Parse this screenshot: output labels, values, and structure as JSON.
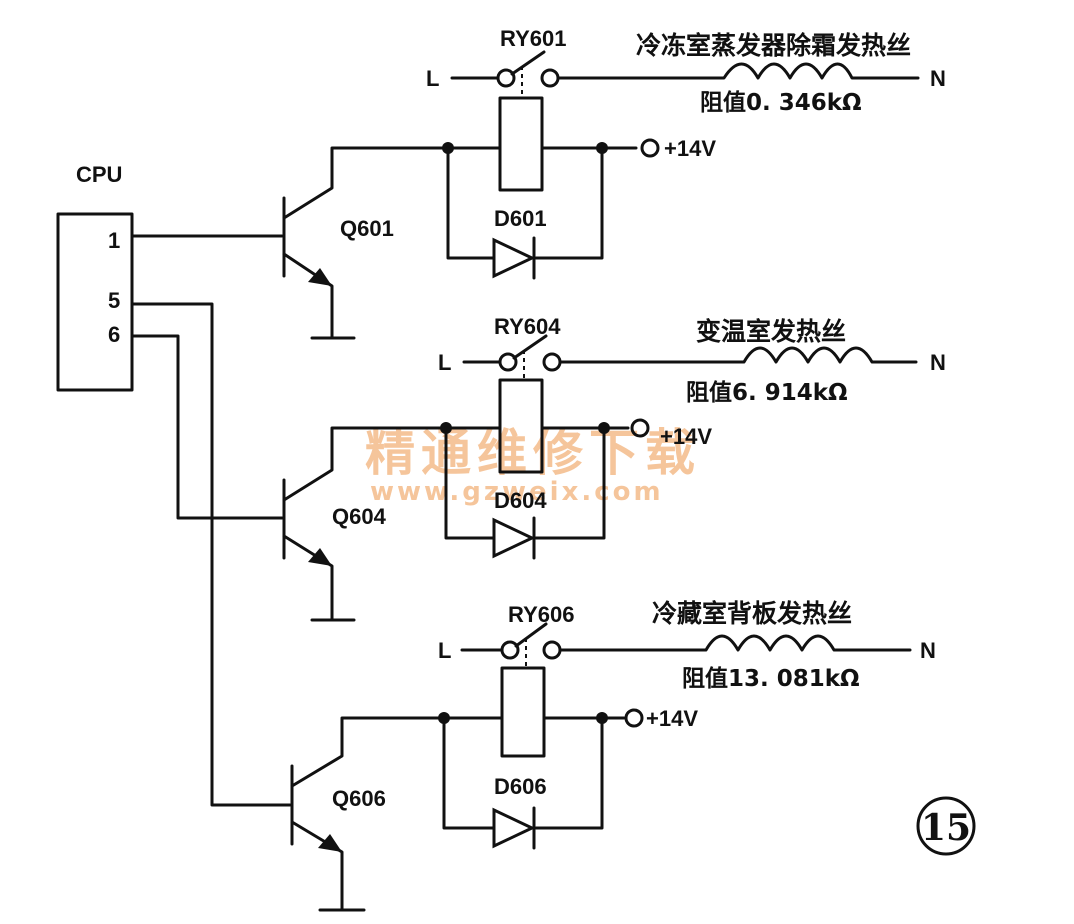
{
  "cpu": {
    "label": "CPU",
    "pins": [
      "1",
      "5",
      "6"
    ]
  },
  "stages": [
    {
      "relay": "RY601",
      "transistor": "Q601",
      "diode": "D601",
      "heater": "冷冻室蒸发器除霜发热丝",
      "resistance": "阻值0. 346kΩ",
      "supply": "+14V",
      "line": "L",
      "neutral": "N"
    },
    {
      "relay": "RY604",
      "transistor": "Q604",
      "diode": "D604",
      "heater": "变温室发热丝",
      "resistance": "阻值6. 914kΩ",
      "supply": "+14V",
      "line": "L",
      "neutral": "N"
    },
    {
      "relay": "RY606",
      "transistor": "Q606",
      "diode": "D606",
      "heater": "冷藏室背板发热丝",
      "resistance": "阻值13. 081kΩ",
      "supply": "+14V",
      "line": "L",
      "neutral": "N"
    }
  ],
  "watermark": {
    "title": "精通维修下载",
    "url": "www.gzweix.com"
  },
  "figure_number": "15"
}
